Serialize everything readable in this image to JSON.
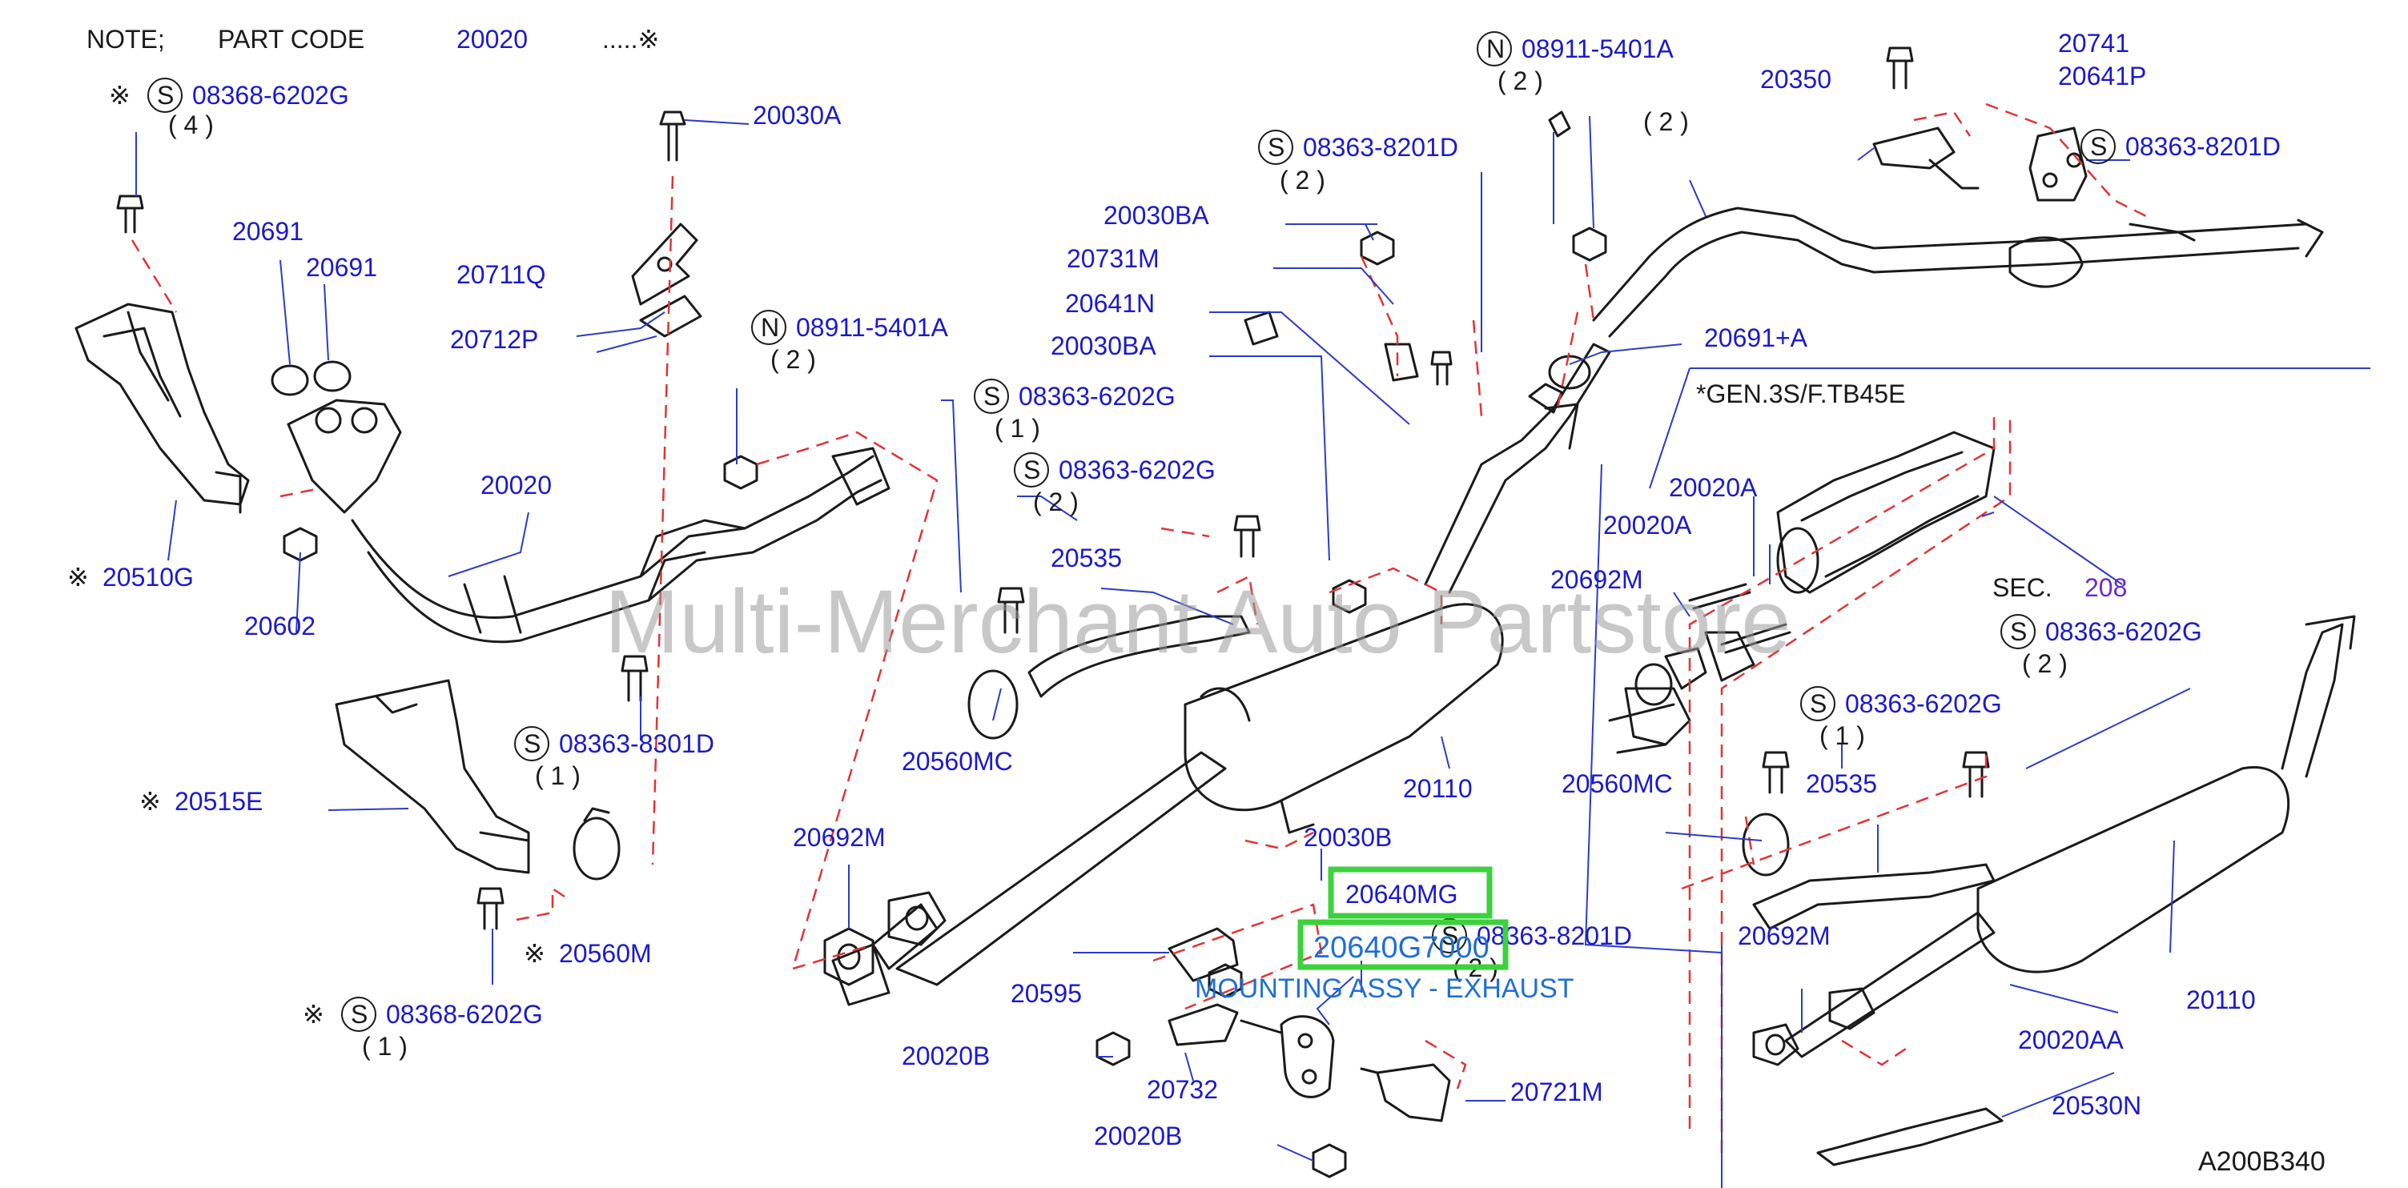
{
  "colors": {
    "accent": "#1a1acc",
    "ink": "#1a1a1a",
    "dash": "#e23434",
    "leader": "#2b3cc8",
    "highlight": "#3bd23b",
    "highlight_text": "#1f6fd6",
    "watermark": "#9a9a9a"
  },
  "note": {
    "prefix": "NOTE;",
    "part_code_label": "PART  CODE",
    "part_code_value": "20020",
    "suffix": ".....※"
  },
  "watermark": "Multi-Merchant Auto Partstore",
  "engine_note": "*GEN.3S/F.TB45E",
  "sec_ref": {
    "label": "SEC.",
    "value": "208"
  },
  "diagram_code": "A200B340",
  "highlight": {
    "primary_code": "20640MG",
    "overlay_code": "20640G7000",
    "overlay_desc": "MOUNTING ASSY - EXHAUST"
  },
  "callouts": [
    {
      "text": "08368-6202G",
      "prefix": "S",
      "mark": "※"
    },
    {
      "text": "( 4 )"
    },
    {
      "text": "20030A"
    },
    {
      "text": "20691"
    },
    {
      "text": "20691"
    },
    {
      "text": "20711Q"
    },
    {
      "text": "20712P"
    },
    {
      "text": "08911-5401A",
      "prefix": "N"
    },
    {
      "text": "( 2 )"
    },
    {
      "text": "20020"
    },
    {
      "text": "20510G",
      "mark": "※"
    },
    {
      "text": "20602"
    },
    {
      "text": "08363-8301D",
      "prefix": "S"
    },
    {
      "text": "( 1 )"
    },
    {
      "text": "20515E",
      "mark": "※"
    },
    {
      "text": "20560M",
      "mark": "※"
    },
    {
      "text": "08368-6202G",
      "prefix": "S",
      "mark": "※"
    },
    {
      "text": "( 1 )"
    },
    {
      "text": "08911-5401A",
      "prefix": "N"
    },
    {
      "text": "( 2 )"
    },
    {
      "text": "08363-8201D",
      "prefix": "S"
    },
    {
      "text": "( 2 )"
    },
    {
      "text": "20741"
    },
    {
      "text": "20641P"
    },
    {
      "text": "20350"
    },
    {
      "text": "08363-8201D",
      "prefix": "S"
    },
    {
      "text": "( 2 )"
    },
    {
      "text": "20030BA"
    },
    {
      "text": "20731M"
    },
    {
      "text": "20641N"
    },
    {
      "text": "20030BA"
    },
    {
      "text": "20691+A"
    },
    {
      "text": "08363-6202G",
      "prefix": "S"
    },
    {
      "text": "( 1 )"
    },
    {
      "text": "08363-6202G",
      "prefix": "S"
    },
    {
      "text": "( 2 )"
    },
    {
      "text": "20535"
    },
    {
      "text": "20560MC"
    },
    {
      "text": "20110"
    },
    {
      "text": "20030B"
    },
    {
      "text": "20692M"
    },
    {
      "text": "20595"
    },
    {
      "text": "08363-8201D",
      "prefix": "S"
    },
    {
      "text": "( 2 )"
    },
    {
      "text": "20020B"
    },
    {
      "text": "20732"
    },
    {
      "text": "20721M"
    },
    {
      "text": "20020B"
    },
    {
      "text": "20020A"
    },
    {
      "text": "20020A"
    },
    {
      "text": "20692M"
    },
    {
      "text": "08363-6202G",
      "prefix": "S"
    },
    {
      "text": "( 2 )"
    },
    {
      "text": "08363-6202G",
      "prefix": "S"
    },
    {
      "text": "( 1 )"
    },
    {
      "text": "20560MC"
    },
    {
      "text": "20535"
    },
    {
      "text": "20692M"
    },
    {
      "text": "20110"
    },
    {
      "text": "20020AA"
    },
    {
      "text": "20530N"
    }
  ]
}
